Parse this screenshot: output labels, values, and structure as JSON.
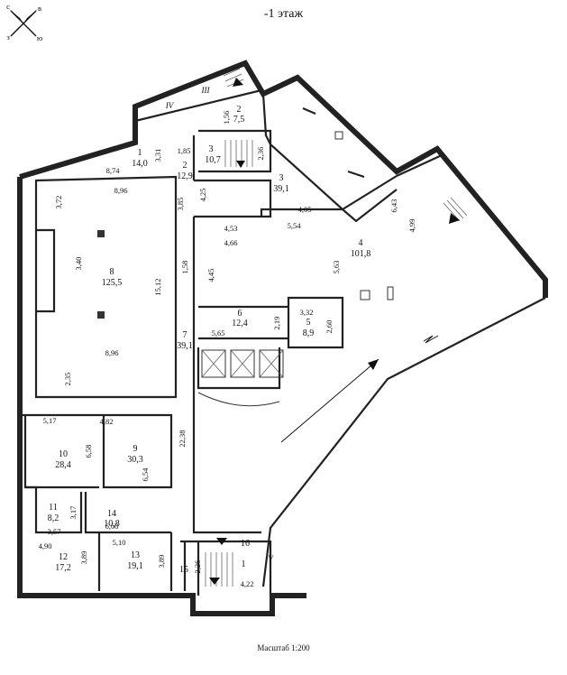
{
  "header": {
    "title": "-1 этаж"
  },
  "compass": {
    "icon": "compass-rose-icon",
    "labels": [
      "с",
      "в",
      "ю",
      "з"
    ]
  },
  "footer": {
    "scale": "Масштаб 1:200"
  },
  "rooms": [
    {
      "id": "1",
      "num": "1",
      "area": "14,0"
    },
    {
      "id": "2",
      "num": "2",
      "area": "12,9"
    },
    {
      "id": "2b",
      "num": "2",
      "area": "7,5"
    },
    {
      "id": "3",
      "num": "3",
      "area": "39,1"
    },
    {
      "id": "3b",
      "num": "3",
      "area": "10,7"
    },
    {
      "id": "4",
      "num": "4",
      "area": "101,8"
    },
    {
      "id": "5",
      "num": "5",
      "area": "8,9"
    },
    {
      "id": "6",
      "num": "6",
      "area": "12,4"
    },
    {
      "id": "7",
      "num": "7",
      "area": "39,1"
    },
    {
      "id": "8",
      "num": "8",
      "area": "125,5"
    },
    {
      "id": "9",
      "num": "9",
      "area": "30,3"
    },
    {
      "id": "10",
      "num": "10",
      "area": "28,4"
    },
    {
      "id": "11",
      "num": "11",
      "area": "8,2"
    },
    {
      "id": "12",
      "num": "12",
      "area": "17,2"
    },
    {
      "id": "13",
      "num": "13",
      "area": "19,1"
    },
    {
      "id": "14",
      "num": "14",
      "area": "10,8"
    },
    {
      "id": "15",
      "num": "15",
      "area": ""
    },
    {
      "id": "16",
      "num": "16",
      "area": ""
    },
    {
      "id": "1b",
      "num": "1",
      "area": ""
    }
  ],
  "dimensions": [
    "8,74",
    "3,31",
    "1,85",
    "1,56",
    "2,36",
    "3,72",
    "8,96",
    "3,85",
    "4,25",
    "4,05",
    "4,53",
    "5,54",
    "6,43",
    "4,99",
    "4,66",
    "5,63",
    "3,40",
    "15,12",
    "1,58",
    "4,45",
    "8,96",
    "3,32",
    "2,19",
    "2,60",
    "5,65",
    "2,35",
    "5,17",
    "4,82",
    "6,58",
    "6,54",
    "22,38",
    "3,17",
    "3,57",
    "6,60",
    "4,90",
    "3,89",
    "5,10",
    "3,89",
    "2,26",
    "4,22"
  ],
  "romans": [
    "IV",
    "III",
    "V"
  ]
}
